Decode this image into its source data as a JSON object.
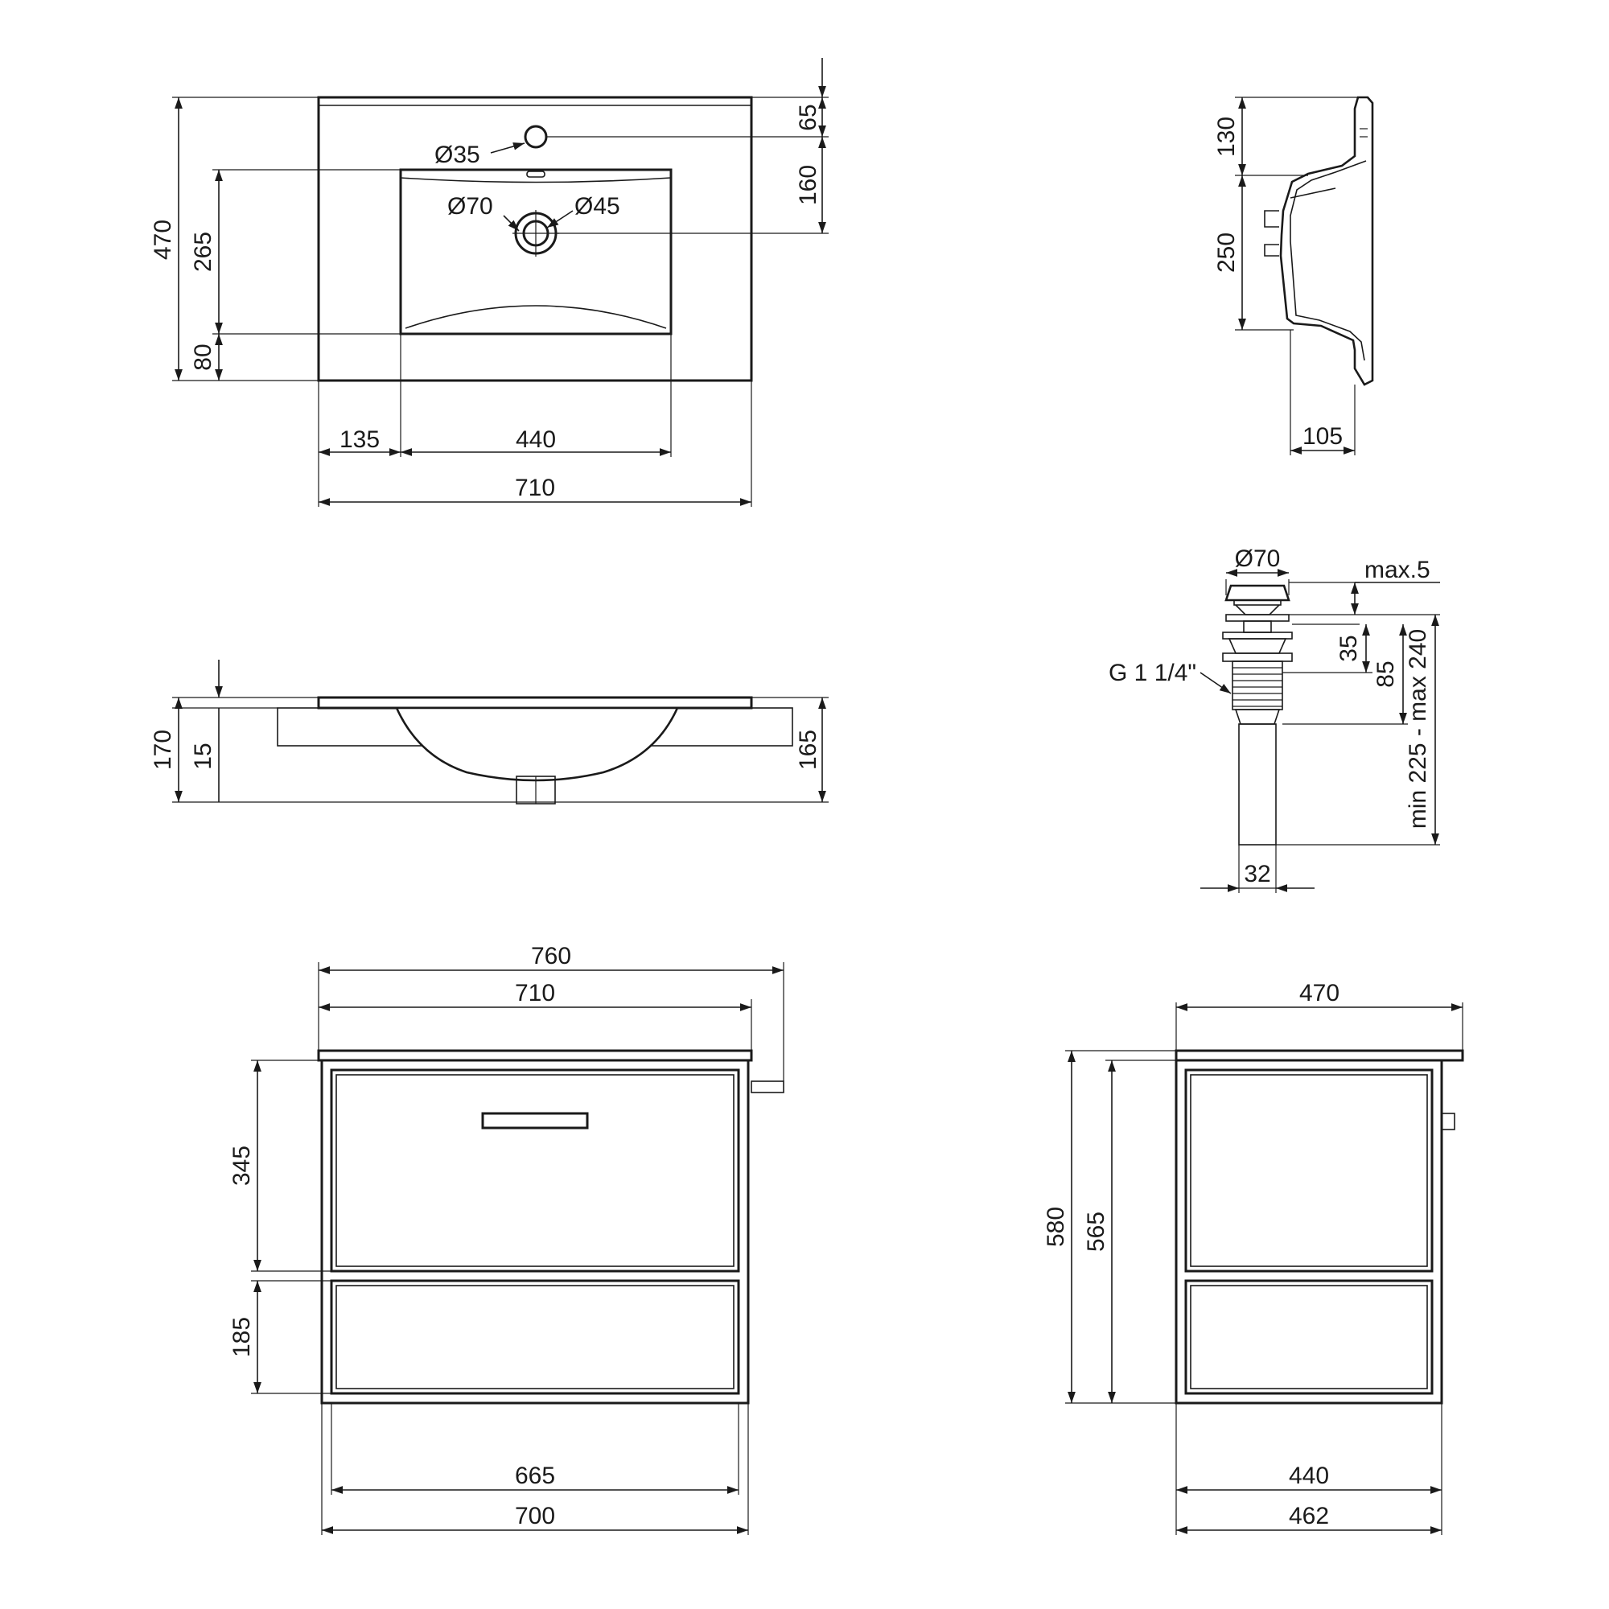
{
  "top_view": {
    "depth_470": "470",
    "basin_265": "265",
    "front_80": "80",
    "tap_65": "65",
    "tap_160": "160",
    "tap_hole": "Ø35",
    "drain_outer": "Ø70",
    "drain_inner": "Ø45",
    "left_135": "135",
    "basin_width_440": "440",
    "total_width_710": "710"
  },
  "side_profile": {
    "h_130": "130",
    "h_250": "250",
    "w_105": "105"
  },
  "front_view": {
    "h_170": "170",
    "h_15": "15",
    "h_165": "165"
  },
  "drain": {
    "cap_dia": "Ø70",
    "max_gap": "max.5",
    "h_35": "35",
    "h_85": "85",
    "range": "min 225 - max 240",
    "thread": "G 1 1/4\"",
    "pipe_32": "32"
  },
  "cabinet_front": {
    "w_760": "760",
    "w_710": "710",
    "h_345": "345",
    "h_185": "185",
    "w_665": "665",
    "w_700": "700"
  },
  "cabinet_side": {
    "w_470": "470",
    "h_580": "580",
    "h_565": "565",
    "w_440": "440",
    "w_462": "462"
  }
}
